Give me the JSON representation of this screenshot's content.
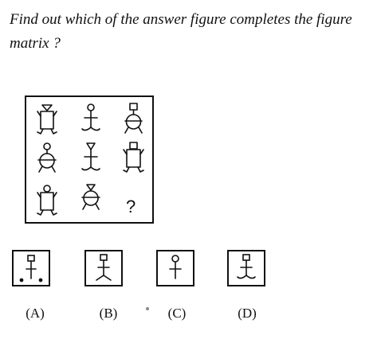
{
  "question": {
    "text": "Find out which of the answer figure completes the figure matrix ?"
  },
  "matrix": {
    "question_mark": "?",
    "cells": [
      [
        "robot-square-body",
        "stick-man-circle-head",
        "onion-body-square-head"
      ],
      [
        "onion-body-circle-head",
        "stick-man-triangle-head",
        "robot-square-body"
      ],
      [
        "robot-circle-head",
        "onion-body-triangle-head",
        "missing"
      ]
    ]
  },
  "options": [
    {
      "label": "(A)",
      "figure": "stick-square-head-dots"
    },
    {
      "label": "(B)",
      "figure": "stick-man-square-head"
    },
    {
      "label": "(C)",
      "figure": "stick-man-circle-head"
    },
    {
      "label": "(D)",
      "figure": "stick-man-square-head"
    }
  ]
}
